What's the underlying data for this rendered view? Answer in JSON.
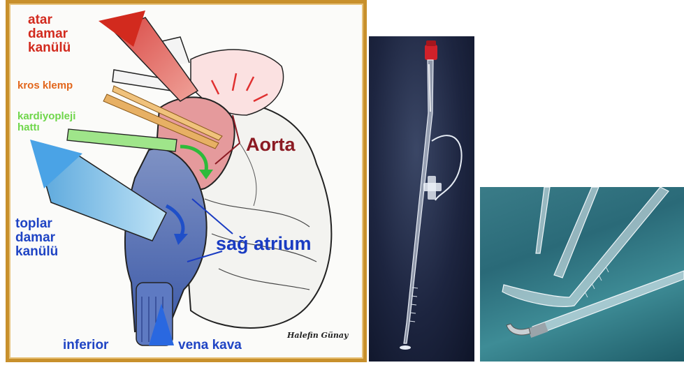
{
  "diagram": {
    "labels": {
      "arterial_cannula": "atar\ndamar\nkanülü",
      "cross_clamp": "kros klemp",
      "cardioplegia_line": "kardiyopleji\nhattı",
      "aorta": "Aorta",
      "venous_cannula": "toplar\ndamar\nkanülü",
      "right_atrium": "sağ atrium",
      "inferior": "inferior",
      "vena_cava": "vena kava"
    },
    "signature": "Halefin Günay",
    "colors": {
      "red": "#d22a1e",
      "orange": "#e2661c",
      "green": "#6fd64b",
      "blue": "#1f44c4",
      "aorta_label": "#8b1a22",
      "frame": "#c8902c"
    }
  },
  "photos": {
    "catheter": "cardioplegia-cannula-photo",
    "cannulas": "aortic-cannula-tips-photo"
  }
}
